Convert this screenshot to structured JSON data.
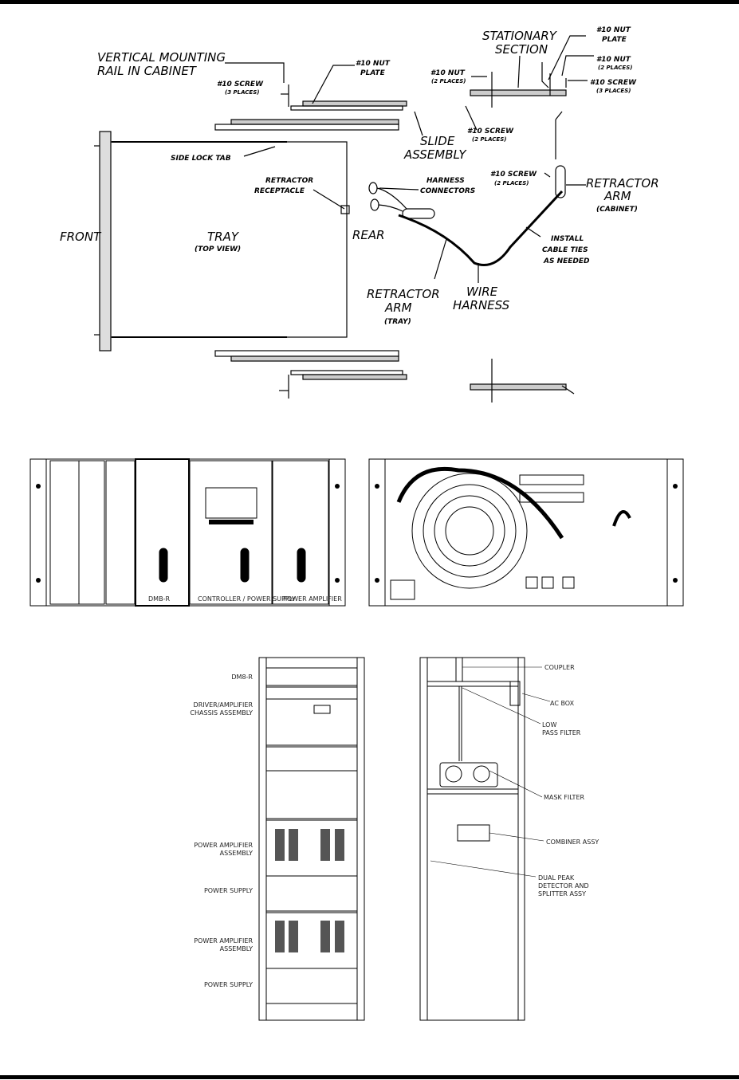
{
  "slide_diagram": {
    "labels": {
      "vertical_rail_1": "VERTICAL MOUNTING",
      "vertical_rail_2": "RAIL IN CABINET",
      "nut_plate_left_1": "#10 NUT",
      "nut_plate_left_2": "PLATE",
      "screw_left": "#10 SCREW",
      "screw_left_places": "(3 PLACES)",
      "nut_middle": "#10 NUT",
      "nut_middle_places": "(2 PLACES)",
      "stationary_1": "STATIONARY",
      "stationary_2": "SECTION",
      "nut_plate_right_1": "#10 NUT",
      "nut_plate_right_2": "PLATE",
      "nut_right": "#10 NUT",
      "nut_right_places": "(2 PLACES)",
      "screw_right": "#10 SCREW",
      "screw_right_places": "(3 PLACES)",
      "screw_middle": "#10 SCREW",
      "screw_middle_places": "(2 PLACES)",
      "slide_1": "SLIDE",
      "slide_2": "ASSEMBLY",
      "side_lock": "SIDE LOCK TAB",
      "retractor_receptacle_1": "RETRACTOR",
      "retractor_receptacle_2": "RECEPTACLE",
      "harness_conn_1": "HARNESS",
      "harness_conn_2": "CONNECTORS",
      "screw_lower": "#10 SCREW",
      "screw_lower_places": "(2 PLACES)",
      "retractor_cab_1": "RETRACTOR",
      "retractor_cab_2": "ARM",
      "retractor_cab_3": "(CABINET)",
      "front": "FRONT",
      "tray": "TRAY",
      "tray_view": "(TOP VIEW)",
      "rear": "REAR",
      "cable_ties_1": "INSTALL",
      "cable_ties_2": "CABLE TIES",
      "cable_ties_3": "AS NEEDED",
      "retractor_tray_1": "RETRACTOR",
      "retractor_tray_2": "ARM",
      "retractor_tray_3": "(TRAY)",
      "wire_1": "WIRE",
      "wire_2": "HARNESS"
    }
  },
  "front_panel": {
    "modules": [
      "DMB-R",
      "CONTROLLER / POWER SUPPLY",
      "POWER AMPLIFIER"
    ]
  },
  "rack_diagram": {
    "front_labels": {
      "dm8r": "DM8-R",
      "driver_1": "DRIVER/AMPLIFIER",
      "driver_2": "CHASSIS ASSEMBLY",
      "pa1_1": "POWER AMPLIFIER",
      "pa1_2": "ASSEMBLY",
      "ps1": "POWER SUPPLY",
      "pa2_1": "POWER AMPLIFIER",
      "pa2_2": "ASSEMBLY",
      "ps2": "POWER SUPPLY"
    },
    "rear_labels": {
      "coupler": "COUPLER",
      "acbox": "AC BOX",
      "lpf_1": "LOW",
      "lpf_2": "PASS FILTER",
      "mask": "MASK FILTER",
      "combiner": "COMBINER ASSY",
      "dual_1": "DUAL PEAK",
      "dual_2": "DETECTOR AND",
      "dual_3": "SPLITTER ASSY"
    }
  }
}
